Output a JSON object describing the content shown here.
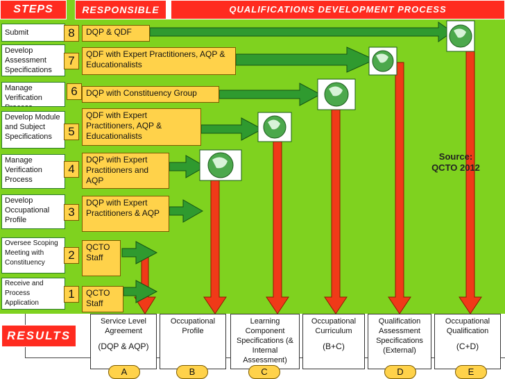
{
  "header": {
    "steps": "STEPS",
    "responsible": "RESPONSIBLE",
    "process": "QUALIFICATIONS DEVELOPMENT  PROCESS"
  },
  "steps": [
    {
      "num": "8",
      "label": "Submit",
      "responsible": "DQP & QDF"
    },
    {
      "num": "7",
      "label": "Develop Assessment Specifications",
      "responsible": "QDF with Expert Practitioners, AQP & Educationalists"
    },
    {
      "num": "6",
      "label": "Manage Verification Process",
      "responsible": "DQP with Constituency Group"
    },
    {
      "num": "5",
      "label": "Develop Module and Subject Specifications",
      "responsible": "QDF with  Expert Practitioners, AQP & Educationalists"
    },
    {
      "num": "4",
      "label": "Manage Verification Process",
      "responsible": "DQP with Expert Practitioners and AQP"
    },
    {
      "num": "3",
      "label": "Develop Occupational Profile",
      "responsible": "DQP with Expert Practitioners & AQP"
    },
    {
      "num": "2",
      "label": "Oversee Scoping Meeting with Constituency",
      "responsible": "QCTO Staff"
    },
    {
      "num": "1",
      "label": "Receive and Process Application",
      "responsible": "QCTO Staff"
    }
  ],
  "source": {
    "line1": "Source:",
    "line2": "QCTO 2012"
  },
  "results": {
    "title": "RESULTS",
    "items": [
      {
        "text": "Service Level Agreement",
        "code": "(DQP & AQP)",
        "letter": "A"
      },
      {
        "text": "Occupational Profile",
        "code": "",
        "letter": "B"
      },
      {
        "text": "Learning Component Specifications (& Internal Assessment)",
        "code": "",
        "letter": "C"
      },
      {
        "text": "Occupational Curriculum",
        "code": "(B+C)",
        "letter": ""
      },
      {
        "text": "Qualification Assessment Specifications (External)",
        "code": "",
        "letter": "D"
      },
      {
        "text": "Occupational Qualification",
        "code": "(C+D)",
        "letter": "E"
      }
    ]
  },
  "colors": {
    "panel": "#7fd21f",
    "header": "#ff2b1f",
    "arrow_green": "#2f9a2f",
    "arrow_red": "#f03a18",
    "badge": "#ffd24a",
    "globe": "#4ca84c"
  },
  "icons": [
    "globe-icon"
  ]
}
